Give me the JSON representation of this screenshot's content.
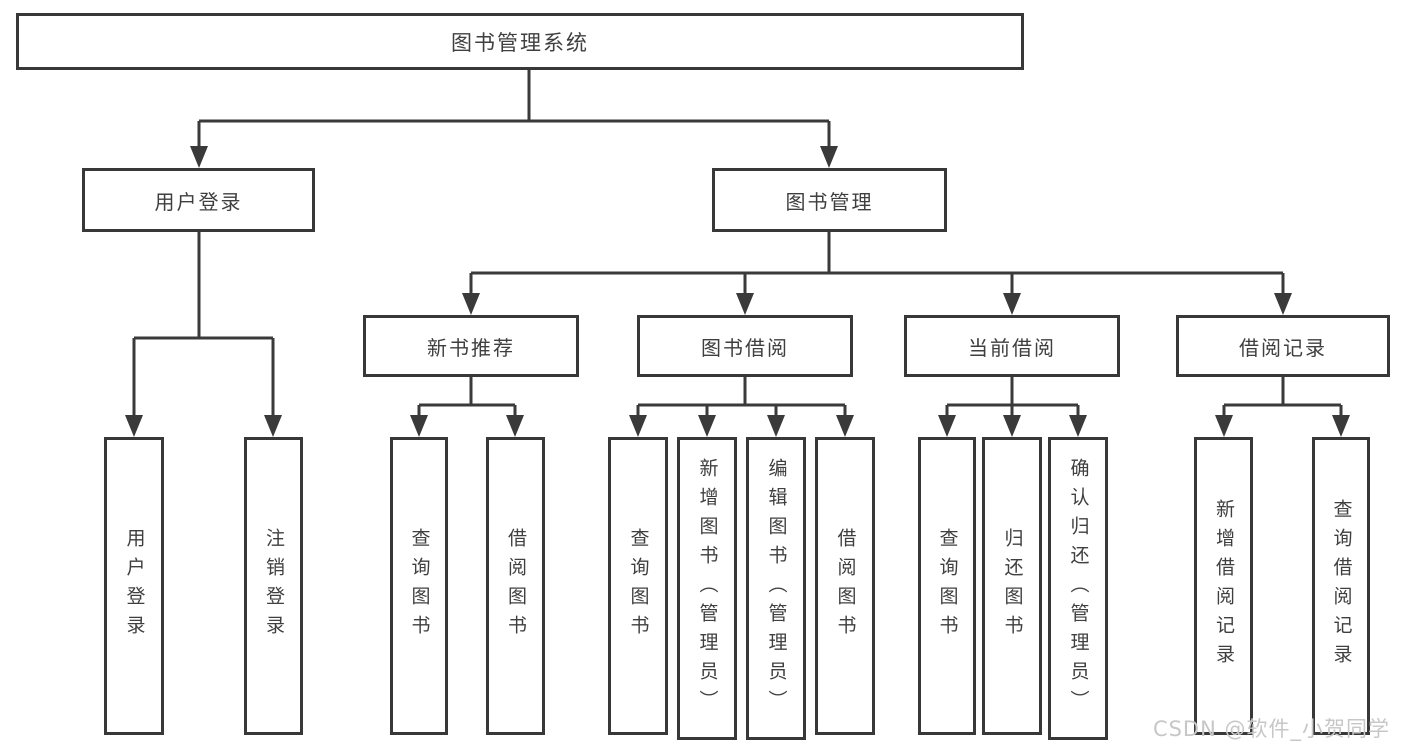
{
  "colors": {
    "line": "#3a3a3a",
    "box-border": "#383838",
    "text": "#3f3f3f",
    "background": "#ffffff",
    "watermark": "#c7c7c7"
  },
  "nodes": {
    "root": {
      "label": "图书管理系统"
    },
    "l2": [
      {
        "label": "用户登录"
      },
      {
        "label": "图书管理"
      }
    ],
    "l3": [
      {
        "label": "新书推荐"
      },
      {
        "label": "图书借阅"
      },
      {
        "label": "当前借阅"
      },
      {
        "label": "借阅记录"
      }
    ],
    "leaves": [
      {
        "label": "用户登录"
      },
      {
        "label": "注销登录"
      },
      {
        "label": "查询图书"
      },
      {
        "label": "借阅图书"
      },
      {
        "label": "查询图书"
      },
      {
        "label": "新增图书（管理员）"
      },
      {
        "label": "编辑图书（管理员）"
      },
      {
        "label": "借阅图书"
      },
      {
        "label": "查询图书"
      },
      {
        "label": "归还图书"
      },
      {
        "label": "确认归还（管理员）"
      },
      {
        "label": "新增借阅记录"
      },
      {
        "label": "查询借阅记录"
      }
    ]
  },
  "watermark": {
    "text": "CSDN @软件_小贺同学"
  }
}
